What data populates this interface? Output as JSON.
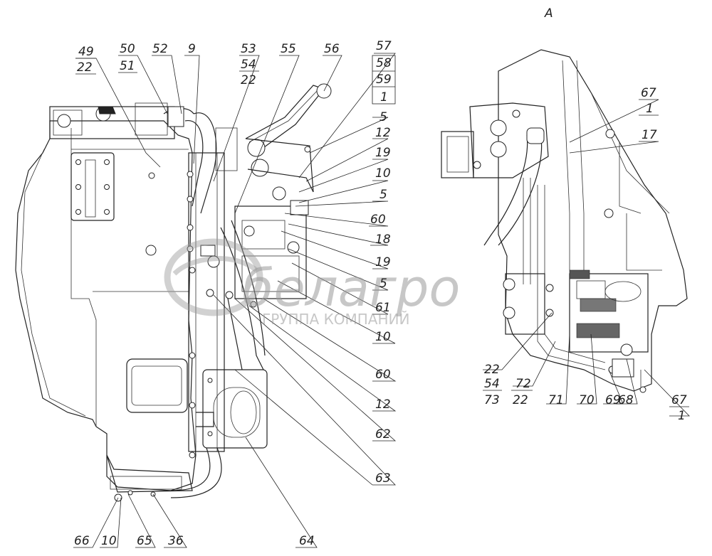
{
  "view_label": "А",
  "watermark": {
    "brand": "белагро",
    "subtitle": "ГРУППА КОМПАНИЙ"
  },
  "callouts_main": [
    "49",
    "22",
    "50",
    "51",
    "52",
    "9",
    "53",
    "54",
    "22",
    "55",
    "56",
    "57",
    "58",
    "59",
    "1",
    "5",
    "12",
    "19",
    "10",
    "5",
    "60",
    "18",
    "19",
    "5",
    "61",
    "10",
    "60",
    "12",
    "62",
    "63",
    "64",
    "66",
    "10",
    "65",
    "36"
  ],
  "callouts_view_a": [
    "67",
    "1",
    "17",
    "22",
    "54",
    "73",
    "72",
    "22",
    "71",
    "70",
    "69",
    "68",
    "67",
    "1"
  ]
}
